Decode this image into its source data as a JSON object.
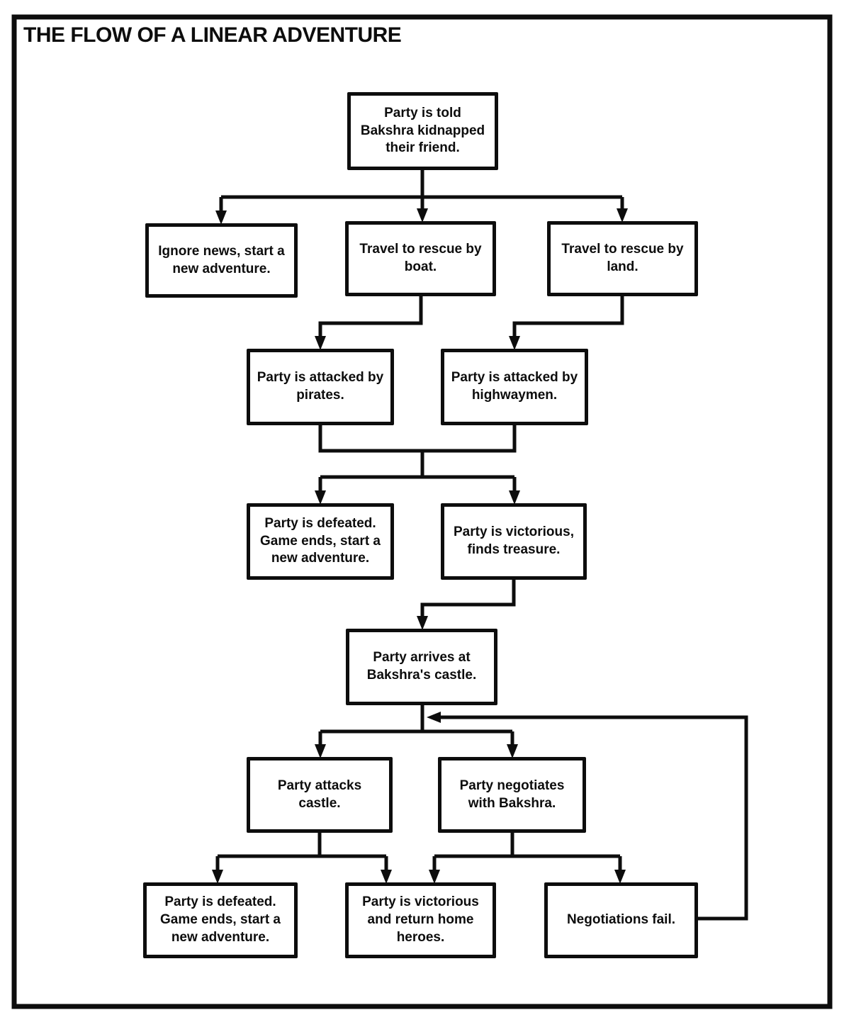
{
  "title": "THE FLOW OF A LINEAR ADVENTURE",
  "nodes": {
    "told": {
      "text": "Party is told\nBakshra kidnapped\ntheir friend."
    },
    "ignore": {
      "text": "Ignore news, start a\nnew adventure."
    },
    "boat": {
      "text": "Travel to rescue by\nboat."
    },
    "land": {
      "text": "Travel to rescue by\nland."
    },
    "pirates": {
      "text": "Party is attacked by\npirates."
    },
    "highwaymen": {
      "text": "Party is attacked by\nhighwaymen."
    },
    "defeated1": {
      "text": "Party is defeated.\nGame ends, start a\nnew adventure."
    },
    "victorious1": {
      "text": "Party is victorious,\nfinds treasure."
    },
    "castle": {
      "text": "Party arrives at\nBakshra's castle."
    },
    "attacks": {
      "text": "Party attacks\ncastle."
    },
    "negotiates": {
      "text": "Party negotiates\nwith Bakshra."
    },
    "defeated2": {
      "text": "Party is defeated.\nGame ends, start a\nnew adventure."
    },
    "home": {
      "text": "Party is victorious\nand return home\nheroes."
    },
    "negfail": {
      "text": "Negotiations fail."
    }
  },
  "edges": [
    {
      "from": "told",
      "to": "ignore"
    },
    {
      "from": "told",
      "to": "boat"
    },
    {
      "from": "told",
      "to": "land"
    },
    {
      "from": "boat",
      "to": "pirates"
    },
    {
      "from": "land",
      "to": "highwaymen"
    },
    {
      "from": "pirates",
      "to": "defeated1"
    },
    {
      "from": "pirates",
      "to": "victorious1"
    },
    {
      "from": "highwaymen",
      "to": "defeated1"
    },
    {
      "from": "highwaymen",
      "to": "victorious1"
    },
    {
      "from": "victorious1",
      "to": "castle"
    },
    {
      "from": "castle",
      "to": "attacks"
    },
    {
      "from": "castle",
      "to": "negotiates"
    },
    {
      "from": "attacks",
      "to": "defeated2"
    },
    {
      "from": "attacks",
      "to": "home"
    },
    {
      "from": "negotiates",
      "to": "home"
    },
    {
      "from": "negotiates",
      "to": "negfail"
    },
    {
      "from": "negfail",
      "to": "castle",
      "type": "loop-back"
    }
  ],
  "colors": {
    "ink": "#0d0d0d",
    "paper": "#ffffff"
  }
}
